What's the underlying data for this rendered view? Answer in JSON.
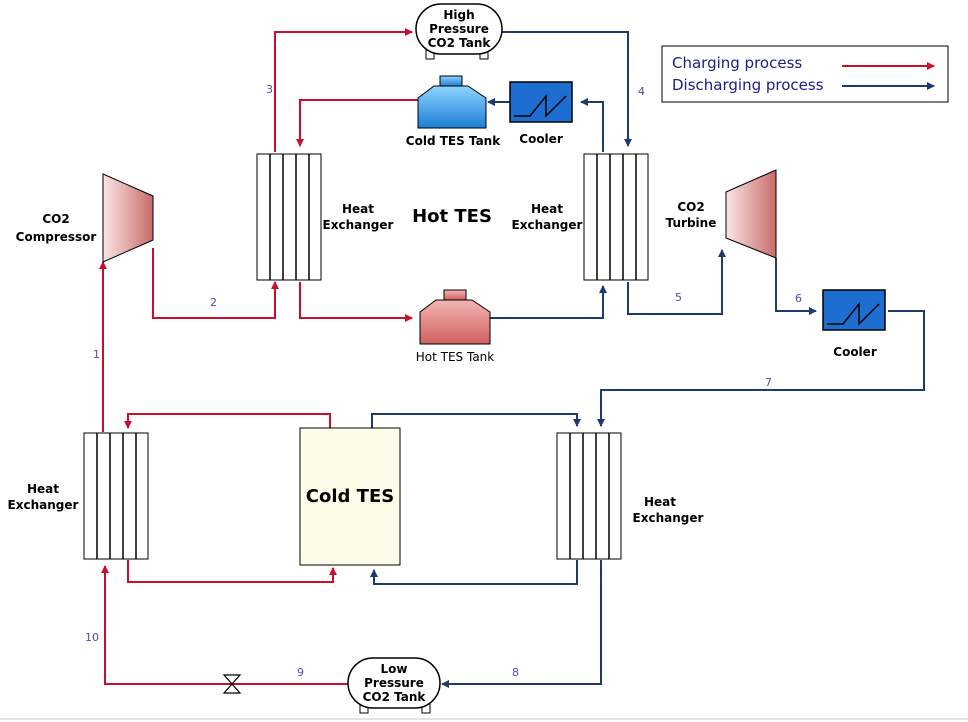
{
  "colors": {
    "charging": "#c8102e",
    "discharging": "#1f3a6e"
  },
  "legend": {
    "charging": "Charging process",
    "discharging": "Discharging process"
  },
  "tanks": {
    "high_pressure": [
      "High",
      "Pressure",
      "CO2 Tank"
    ],
    "low_pressure": [
      "Low",
      "Pressure",
      "CO2 Tank"
    ],
    "cold_tes_tank": "Cold TES Tank",
    "hot_tes_tank": "Hot TES Tank"
  },
  "components": {
    "compressor": [
      "CO2",
      "Compressor"
    ],
    "turbine": [
      "CO2",
      "Turbine"
    ],
    "cooler_top": "Cooler",
    "cooler_right": "Cooler",
    "hx_top_left": [
      "Heat",
      "Exchanger"
    ],
    "hx_top_right": [
      "Heat",
      "Exchanger"
    ],
    "hx_bottom_left": [
      "Heat",
      "Exchanger"
    ],
    "hx_bottom_right": [
      "Heat",
      "Exchanger"
    ]
  },
  "storage": {
    "hot_tes": "Hot TES",
    "cold_tes": "Cold TES"
  },
  "streams": [
    "1",
    "2",
    "3",
    "4",
    "5",
    "6",
    "7",
    "8",
    "9",
    "10"
  ]
}
